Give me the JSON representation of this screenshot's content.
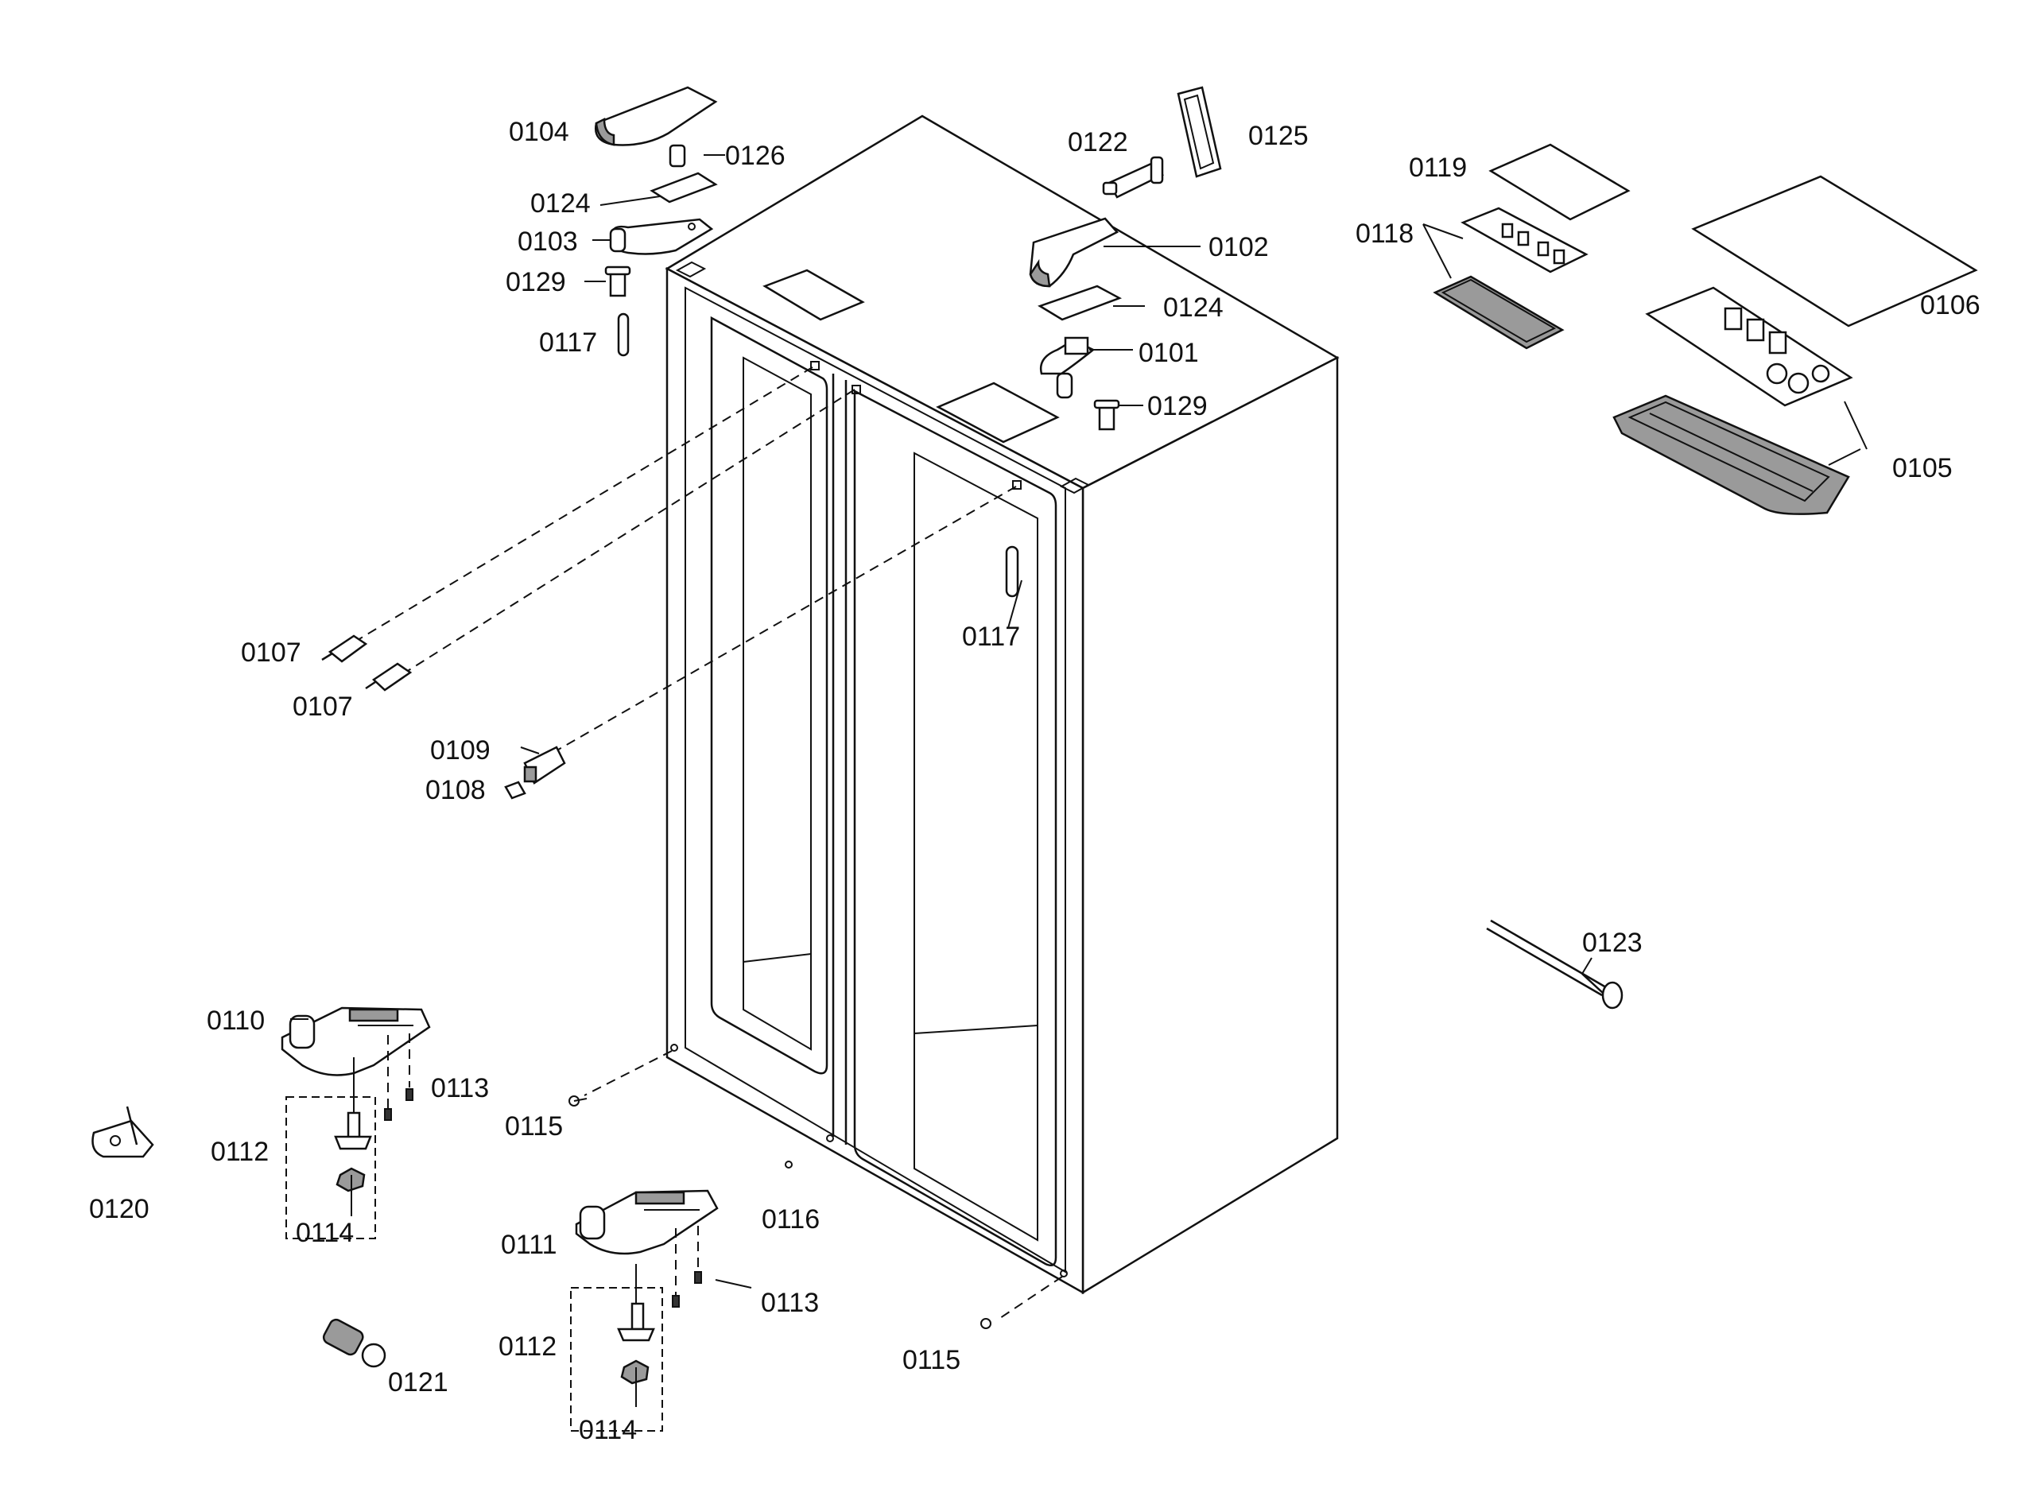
{
  "callouts": {
    "p0101": "0101",
    "p0102": "0102",
    "p0103": "0103",
    "p0104": "0104",
    "p0105": "0105",
    "p0106": "0106",
    "p0107a": "0107",
    "p0107b": "0107",
    "p0108": "0108",
    "p0109": "0109",
    "p0110": "0110",
    "p0111": "0111",
    "p0112a": "0112",
    "p0112b": "0112",
    "p0113a": "0113",
    "p0113b": "0113",
    "p0114a": "0114",
    "p0114b": "0114",
    "p0115a": "0115",
    "p0115b": "0115",
    "p0116": "0116",
    "p0117a": "0117",
    "p0117b": "0117",
    "p0118": "0118",
    "p0119": "0119",
    "p0120": "0120",
    "p0121": "0121",
    "p0122": "0122",
    "p0123": "0123",
    "p0124a": "0124",
    "p0124b": "0124",
    "p0125": "0125",
    "p0126": "0126",
    "p0129a": "0129",
    "p0129b": "0129"
  }
}
